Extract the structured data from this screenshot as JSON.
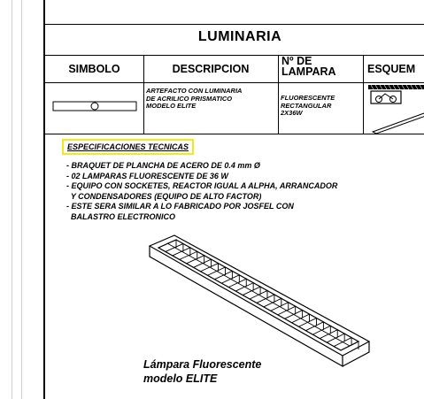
{
  "table": {
    "title": "LUMINARIA",
    "headers": {
      "simbolo": "SIMBOLO",
      "descripcion": "DESCRIPCION",
      "lampara_line1": "Nº  DE",
      "lampara_line2": "LAMPARA",
      "esquema": "ESQUEM"
    },
    "row": {
      "descripcion": [
        "ARTEFACTO  CON LUMINARIA",
        "DE ACRILICO PRISMATICO",
        "MODELO ELITE"
      ],
      "lampara": [
        "FLUORESCENTE",
        "RECTANGULAR",
        "2X36W"
      ]
    }
  },
  "specs": {
    "title": "ESPECIFICACIONES  TECNICAS",
    "lines": [
      "- BRAQUET DE PLANCHA DE ACERO DE 0.4 mm Ø",
      "- 02 LAMPARAS FLUORESCENTE DE 36 W",
      "- EQUIPO CON SOCKETES, REACTOR IGUAL A ALPHA, ARRANCADOR",
      "  Y CONDENSADORES (EQUIPO DE ALTO FACTOR)",
      "- ESTE SERA SIMILAR A LO FABRICADO POR JOSFEL CON",
      "  BALASTRO ELECTRONICO"
    ]
  },
  "figure": {
    "caption_line1": "Lámpara Fluorescente",
    "caption_line2": "modelo ELITE"
  }
}
